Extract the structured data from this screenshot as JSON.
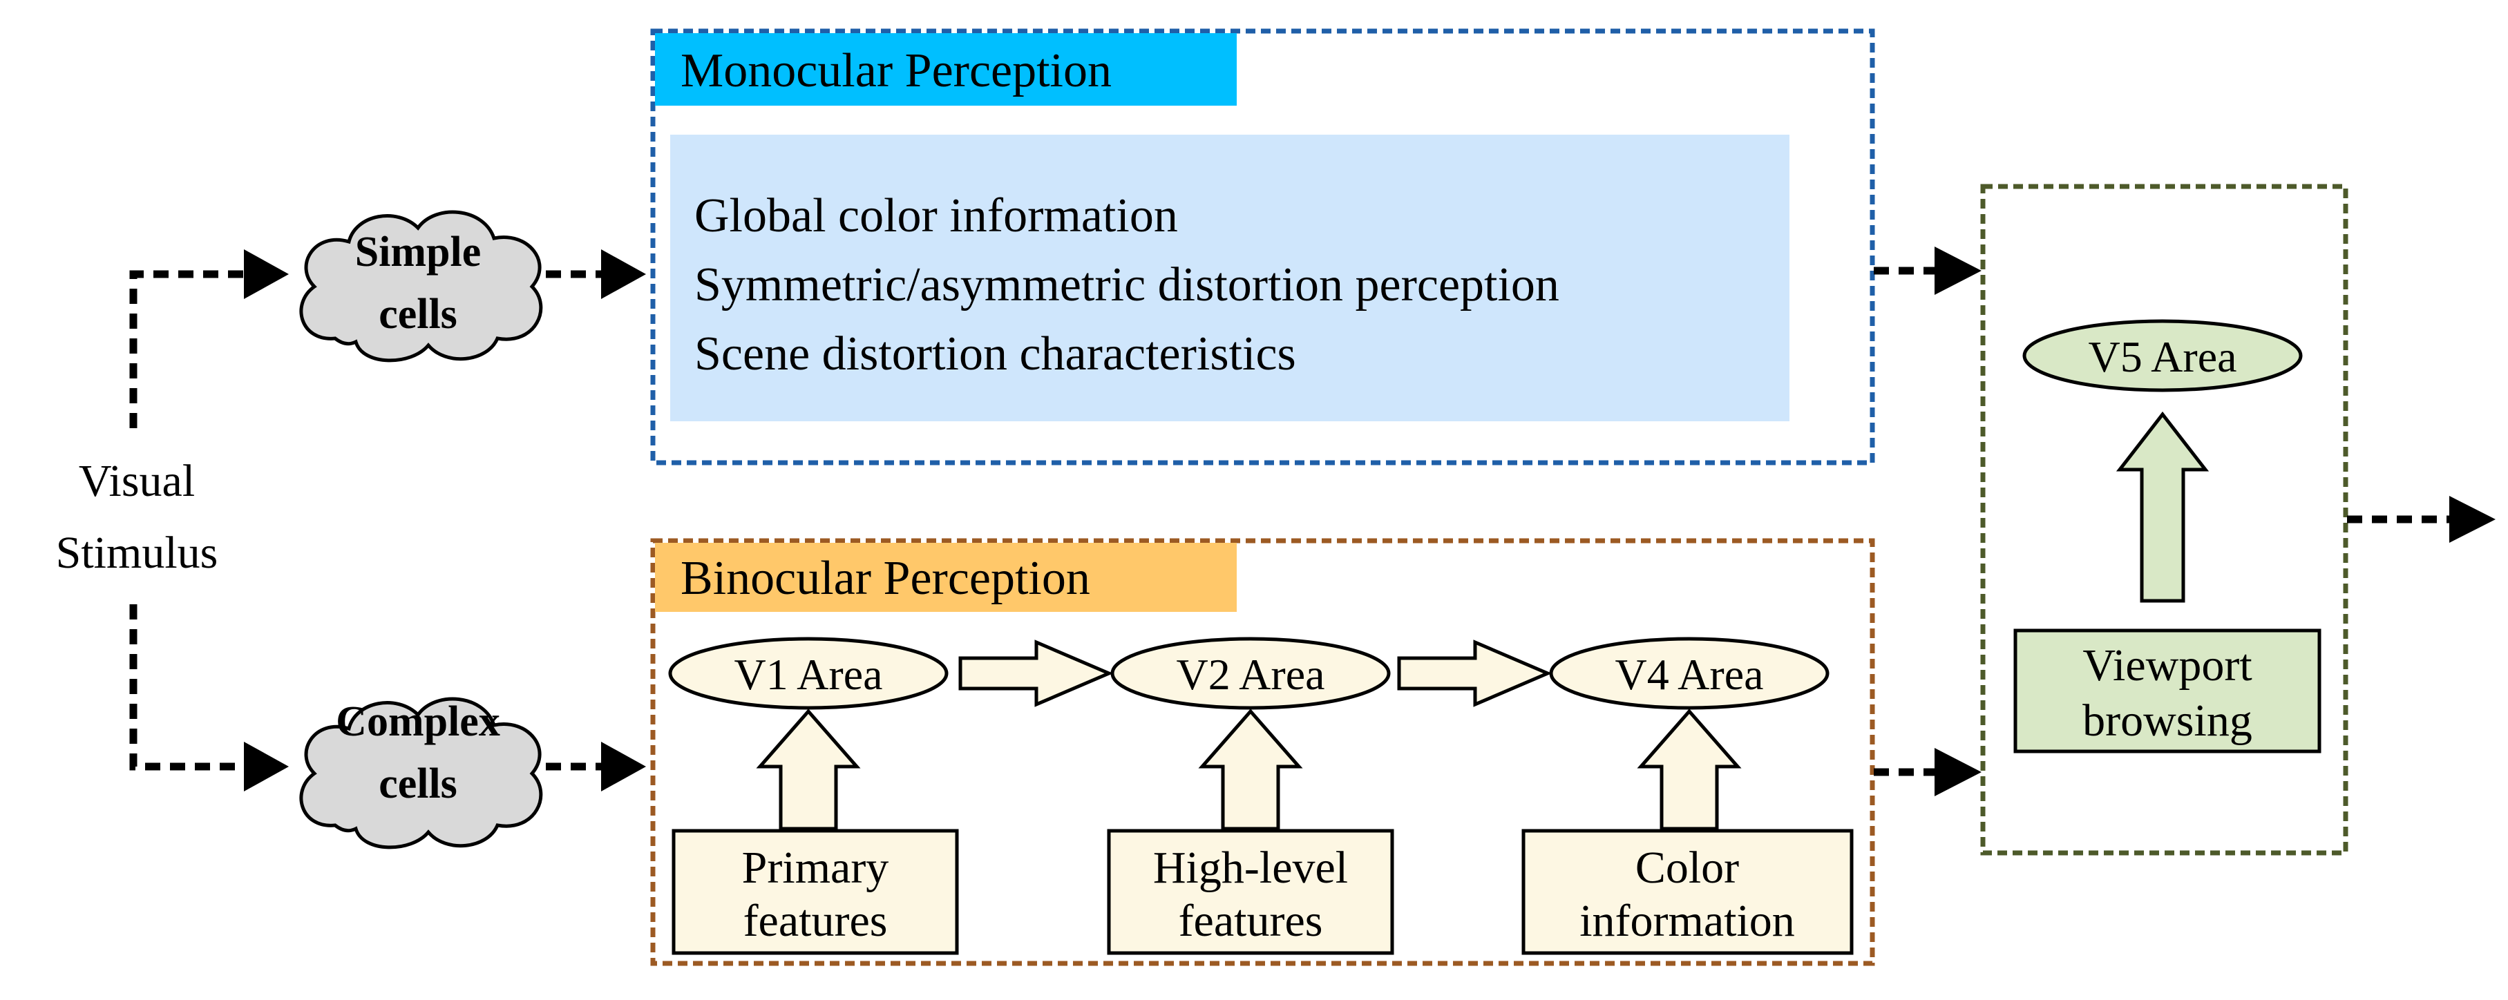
{
  "input": {
    "line1": "Visual",
    "line2": "Stimulus"
  },
  "cells": {
    "simple": {
      "line1": "Simple",
      "line2": "cells"
    },
    "complex": {
      "line1": "Complex",
      "line2": "cells"
    }
  },
  "monocular": {
    "title": "Monocular Perception",
    "items": [
      "Global color information",
      "Symmetric/asymmetric distortion perception",
      "Scene distortion characteristics"
    ]
  },
  "binocular": {
    "title": "Binocular Perception",
    "areas": [
      "V1 Area",
      "V2 Area",
      "V4 Area"
    ],
    "features": [
      {
        "line1": "Primary",
        "line2": "features"
      },
      {
        "line1": "High-level",
        "line2": "features"
      },
      {
        "line1": "Color",
        "line2": "information"
      }
    ]
  },
  "viewport": {
    "area": "V5 Area",
    "line1": "Viewport",
    "line2": "browsing"
  },
  "colors": {
    "monocular_border": "#1f5fa8",
    "monocular_title_bg": "#00bfff",
    "monocular_content_bg": "#cfe6fc",
    "binocular_border": "#9c5a23",
    "binocular_title_bg": "#ffc86a",
    "viewport_border": "#4d5a2a",
    "cream_fill": "#fdf7e3",
    "green_fill": "#d9e8c6",
    "cloud_fill": "#d9d9d9"
  }
}
